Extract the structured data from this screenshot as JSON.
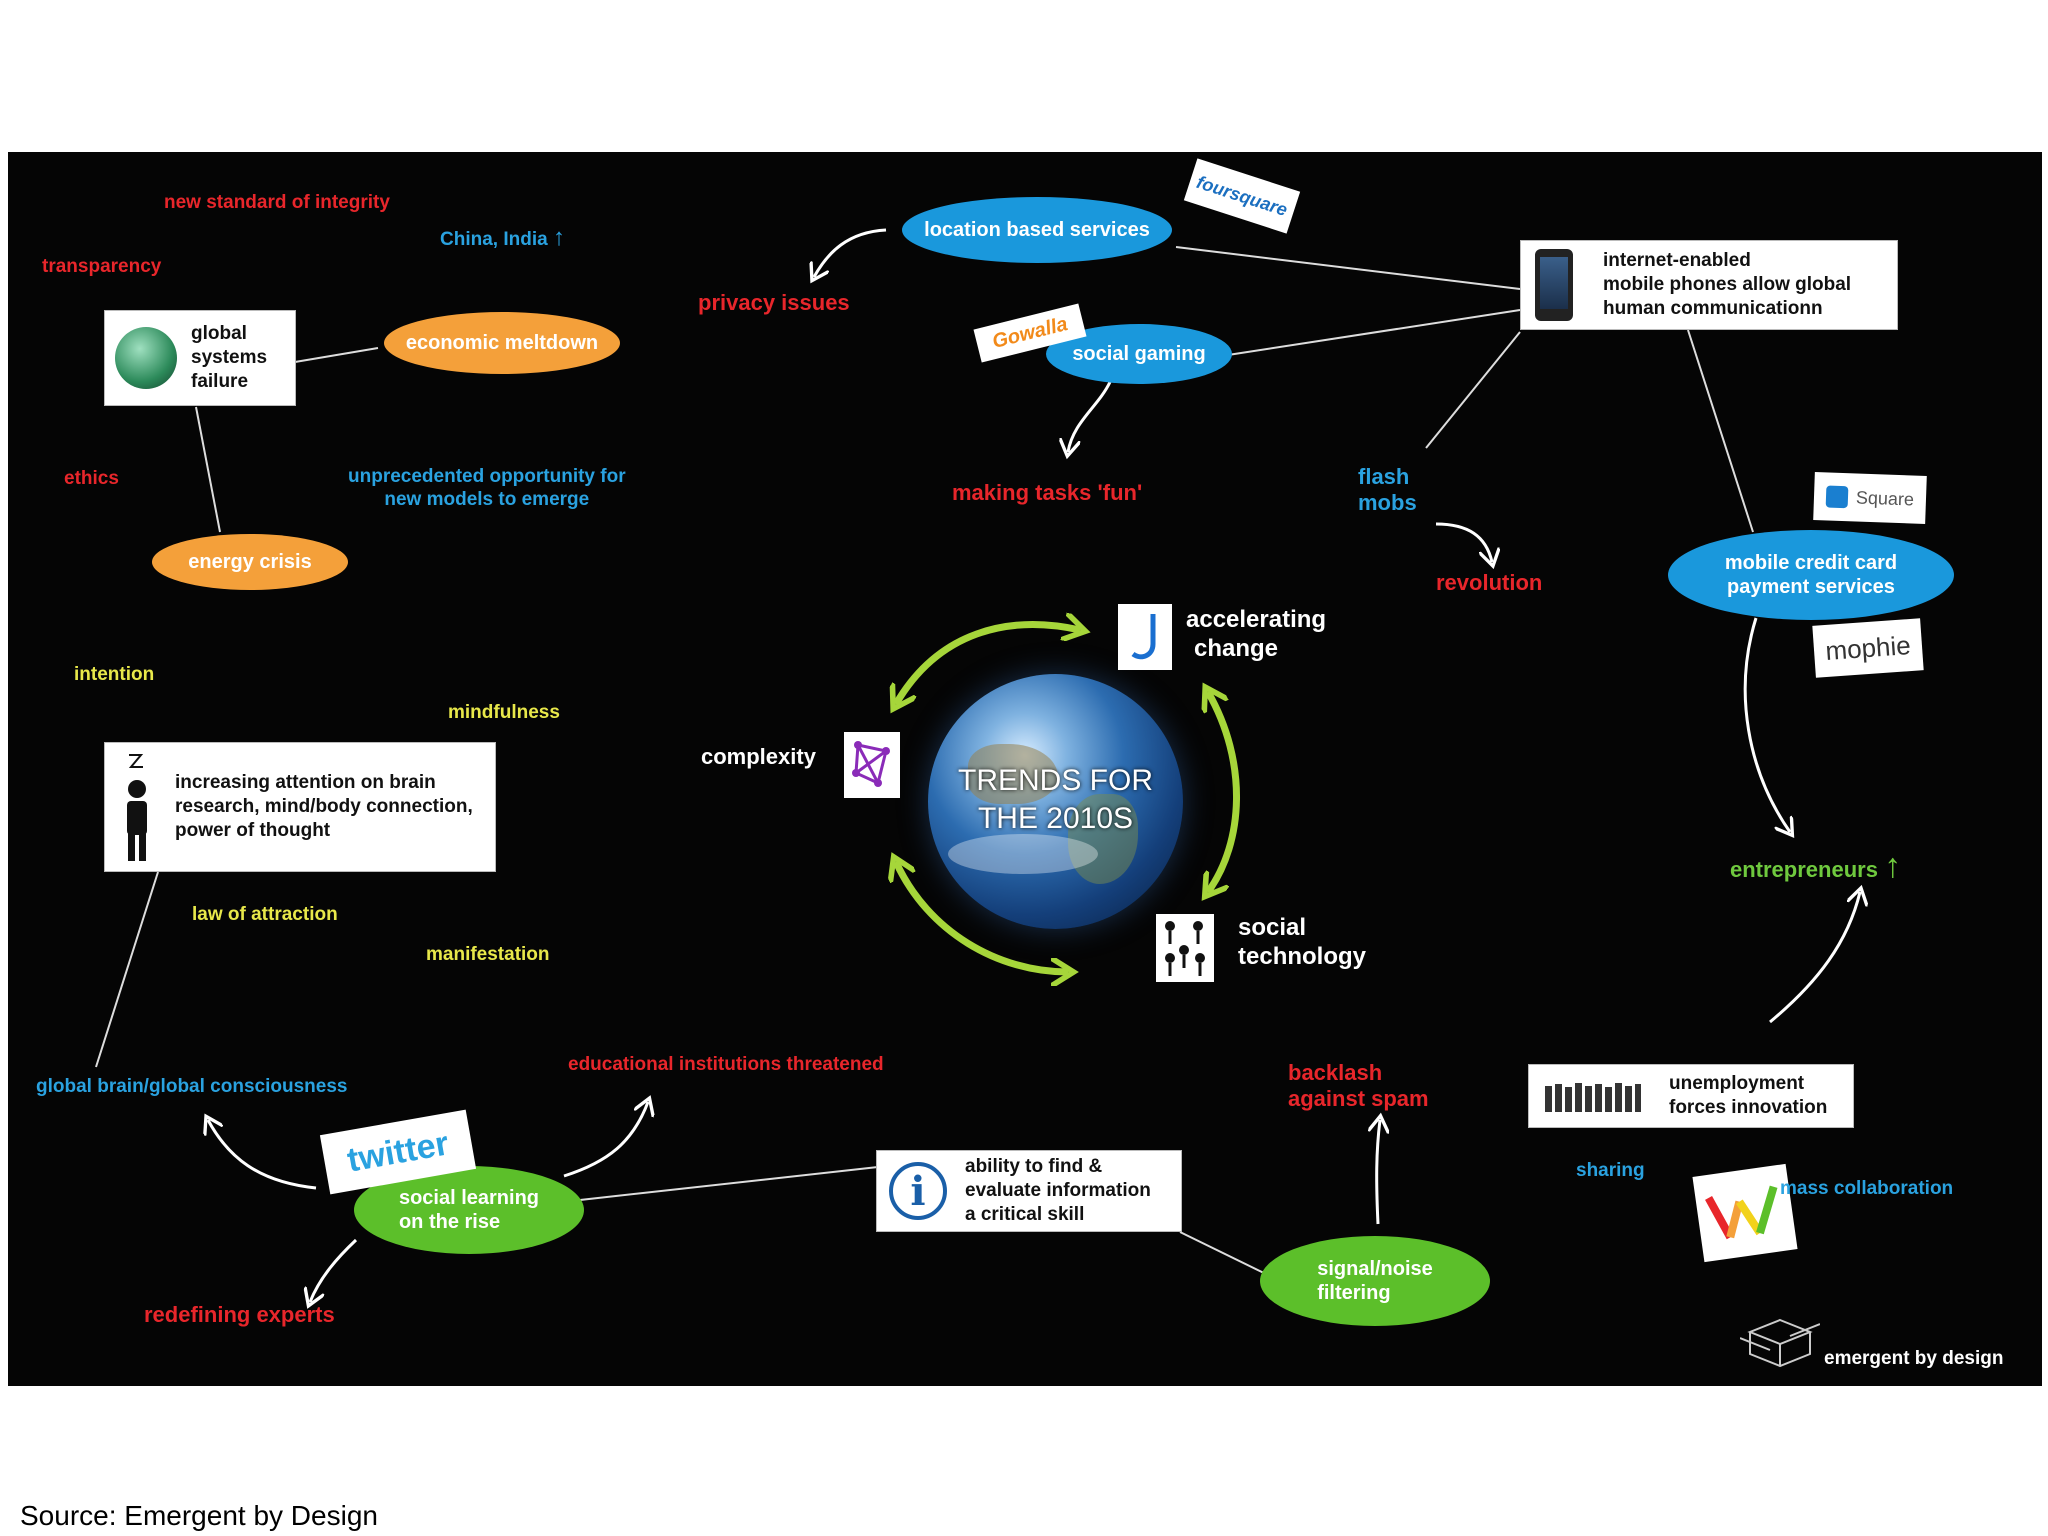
{
  "center": {
    "line1": "TRENDS FOR",
    "line2": "THE 2010S"
  },
  "cycle": {
    "accelerating_1": "accelerating",
    "accelerating_2": "change",
    "complexity": "complexity",
    "social_1": "social",
    "social_2": "technology"
  },
  "ovals": {
    "location": "location based services",
    "social_gaming": "social gaming",
    "economic": "economic meltdown",
    "energy": "energy crisis",
    "mobile_credit_1": "mobile credit card",
    "mobile_credit_2": "payment services",
    "social_learning_1": "social learning",
    "social_learning_2": "on the rise",
    "signal_1": "signal/noise",
    "signal_2": "filtering"
  },
  "boxes": {
    "global_systems_1": "global",
    "global_systems_2": "systems",
    "global_systems_3": "failure",
    "phones_1": "internet-enabled",
    "phones_2": "mobile phones allow global",
    "phones_3": "human communicationn",
    "brain_1": "increasing attention on brain",
    "brain_2": "research, mind/body connection,",
    "brain_3": "power of thought",
    "info_1": "ability to find &",
    "info_2": "evaluate information",
    "info_3": "a critical skill",
    "unemp_1": "unemployment",
    "unemp_2": "forces innovation"
  },
  "labels": {
    "new_standard": "new standard of integrity",
    "china_india": "China, India",
    "transparency": "transparency",
    "privacy": "privacy issues",
    "ethics": "ethics",
    "opportunity_1": "unprecedented opportunity for",
    "opportunity_2": "new models to emerge",
    "making_tasks": "making tasks 'fun'",
    "flash_1": "flash",
    "flash_2": "mobs",
    "revolution": "revolution",
    "intention": "intention",
    "mindfulness": "mindfulness",
    "law": "law of attraction",
    "manifestation": "manifestation",
    "entrepreneurs": "entrepreneurs",
    "global_brain": "global brain/global consciousness",
    "educational": "educational institutions threatened",
    "backlash_1": "backlash",
    "backlash_2": "against spam",
    "sharing": "sharing",
    "mass_collab": "mass collaboration",
    "redefining": "redefining experts",
    "emergent": "emergent by design"
  },
  "logos": {
    "foursquare": "foursquare",
    "gowalla": "Gowalla",
    "square": "Square",
    "mophie": "mophie",
    "twitter": "twitter"
  },
  "source": "Source: Emergent by Design",
  "colors": {
    "red": "#e8262b",
    "blue": "#2aa2e0",
    "yellow": "#e8e84a",
    "green": "#6fc93e",
    "arrow_green": "#a6d63a"
  }
}
